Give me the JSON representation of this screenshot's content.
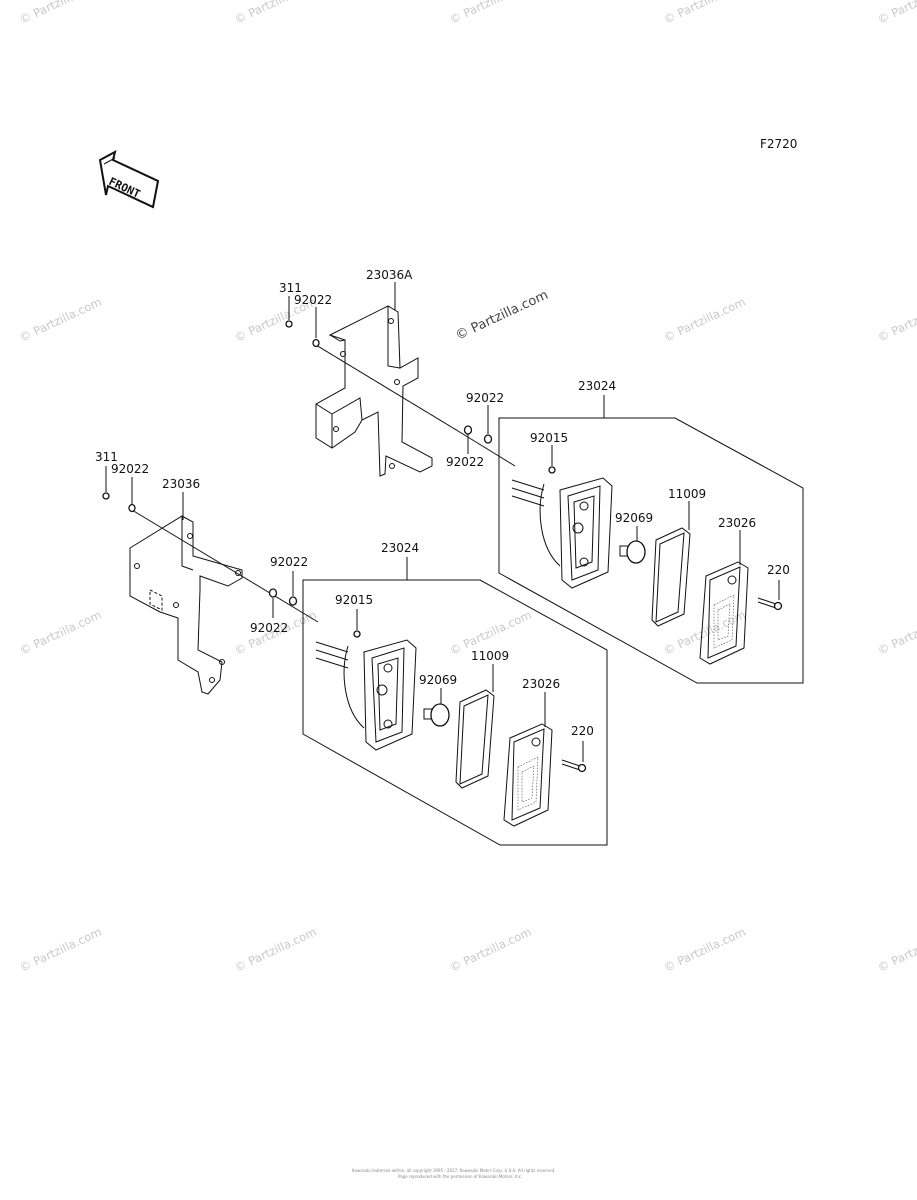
{
  "diagram": {
    "code": "F2720",
    "front_label": "FRONT",
    "watermark": "© Partzilla.com",
    "footer_line1": "Kawasaki materials within, all copyright 1995 - 2017, Kawasaki Motor Corp, U.S.A. All rights reserved.",
    "footer_line2": "Page reproduced with the permission of Kawasaki Motors, Inc.",
    "labels": {
      "upper_bolt_nut": "311",
      "upper_washer_a": "92022",
      "upper_bracket": "23036A",
      "upper_washer_b": "92022",
      "upper_washer_c": "92022",
      "upper_lamp_assy": "23024",
      "upper_nut": "92015",
      "upper_bulb": "92069",
      "upper_gasket": "11009",
      "upper_lens": "23026",
      "upper_screw": "220",
      "lower_bolt_nut": "311",
      "lower_washer_a": "92022",
      "lower_bracket": "23036",
      "lower_washer_b": "92022",
      "lower_washer_c": "92022",
      "lower_lamp_assy": "23024",
      "lower_nut": "92015",
      "lower_bulb": "92069",
      "lower_gasket": "11009",
      "lower_lens": "23026",
      "lower_screw": "220"
    }
  }
}
